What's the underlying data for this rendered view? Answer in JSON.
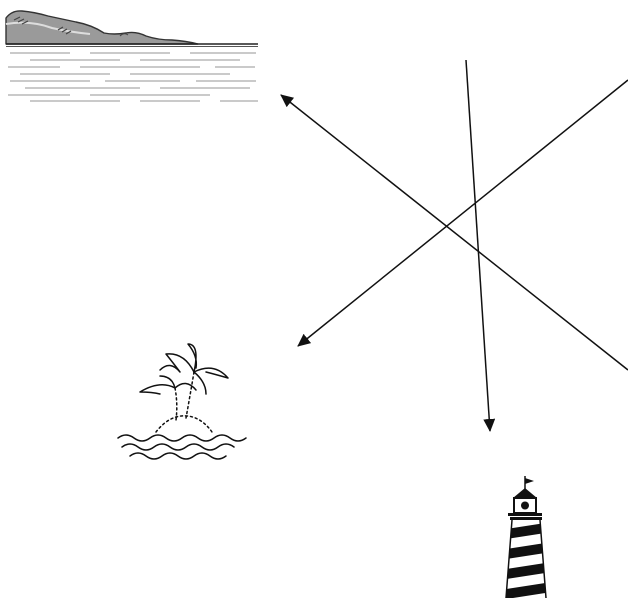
{
  "diagram": {
    "background": "#ffffff",
    "ink": "#111111",
    "land_fill": "#9a9a9a",
    "water_stroke": "#aaaaaa",
    "icons": [
      {
        "name": "coastline-icon"
      },
      {
        "name": "palm-island-icon"
      },
      {
        "name": "lighthouse-icon"
      }
    ],
    "arrows": [
      {
        "name": "arrow-to-coastline"
      },
      {
        "name": "arrow-to-island"
      },
      {
        "name": "arrow-to-lighthouse"
      }
    ]
  }
}
